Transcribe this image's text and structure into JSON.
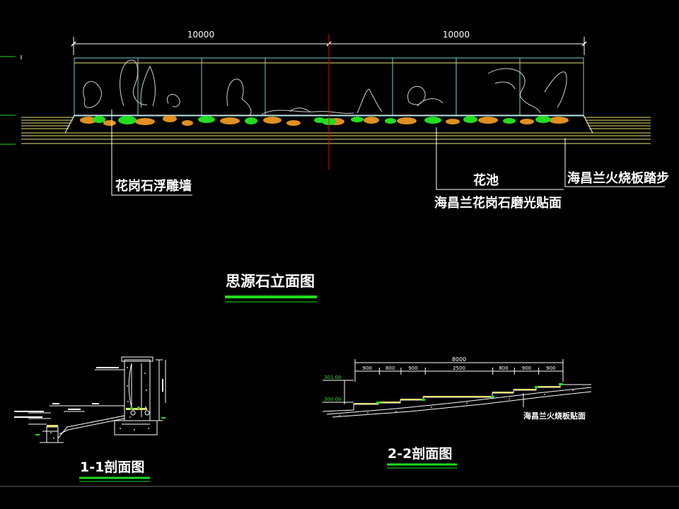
{
  "elevation": {
    "dim_left": "10000",
    "dim_right": "10000",
    "label_wall": "花岗石浮雕墙",
    "label_pool": "花池",
    "label_pool_finish": "海昌兰花岗石磨光贴面",
    "label_steps": "海昌兰火烧板踏步",
    "title": "思源石立面图"
  },
  "section_1": {
    "title": "1-1剖面图"
  },
  "section_2": {
    "title": "2-2剖面图",
    "total_dim": "8000",
    "segments": [
      "900",
      "800",
      "900",
      "2500",
      "800",
      "900",
      "900"
    ],
    "level_top": "301.00",
    "level_bottom": "300.00",
    "label_steps": "海昌兰火烧板贴面"
  },
  "colors": {
    "background": "#000000",
    "outline": "#ffffff",
    "wall_frame": "#6fd0d0",
    "baseline": "#e8e070",
    "axis": "#d01010",
    "underline": "#18e018",
    "planting_green": "#22dd22",
    "planting_orange": "#e09020"
  }
}
